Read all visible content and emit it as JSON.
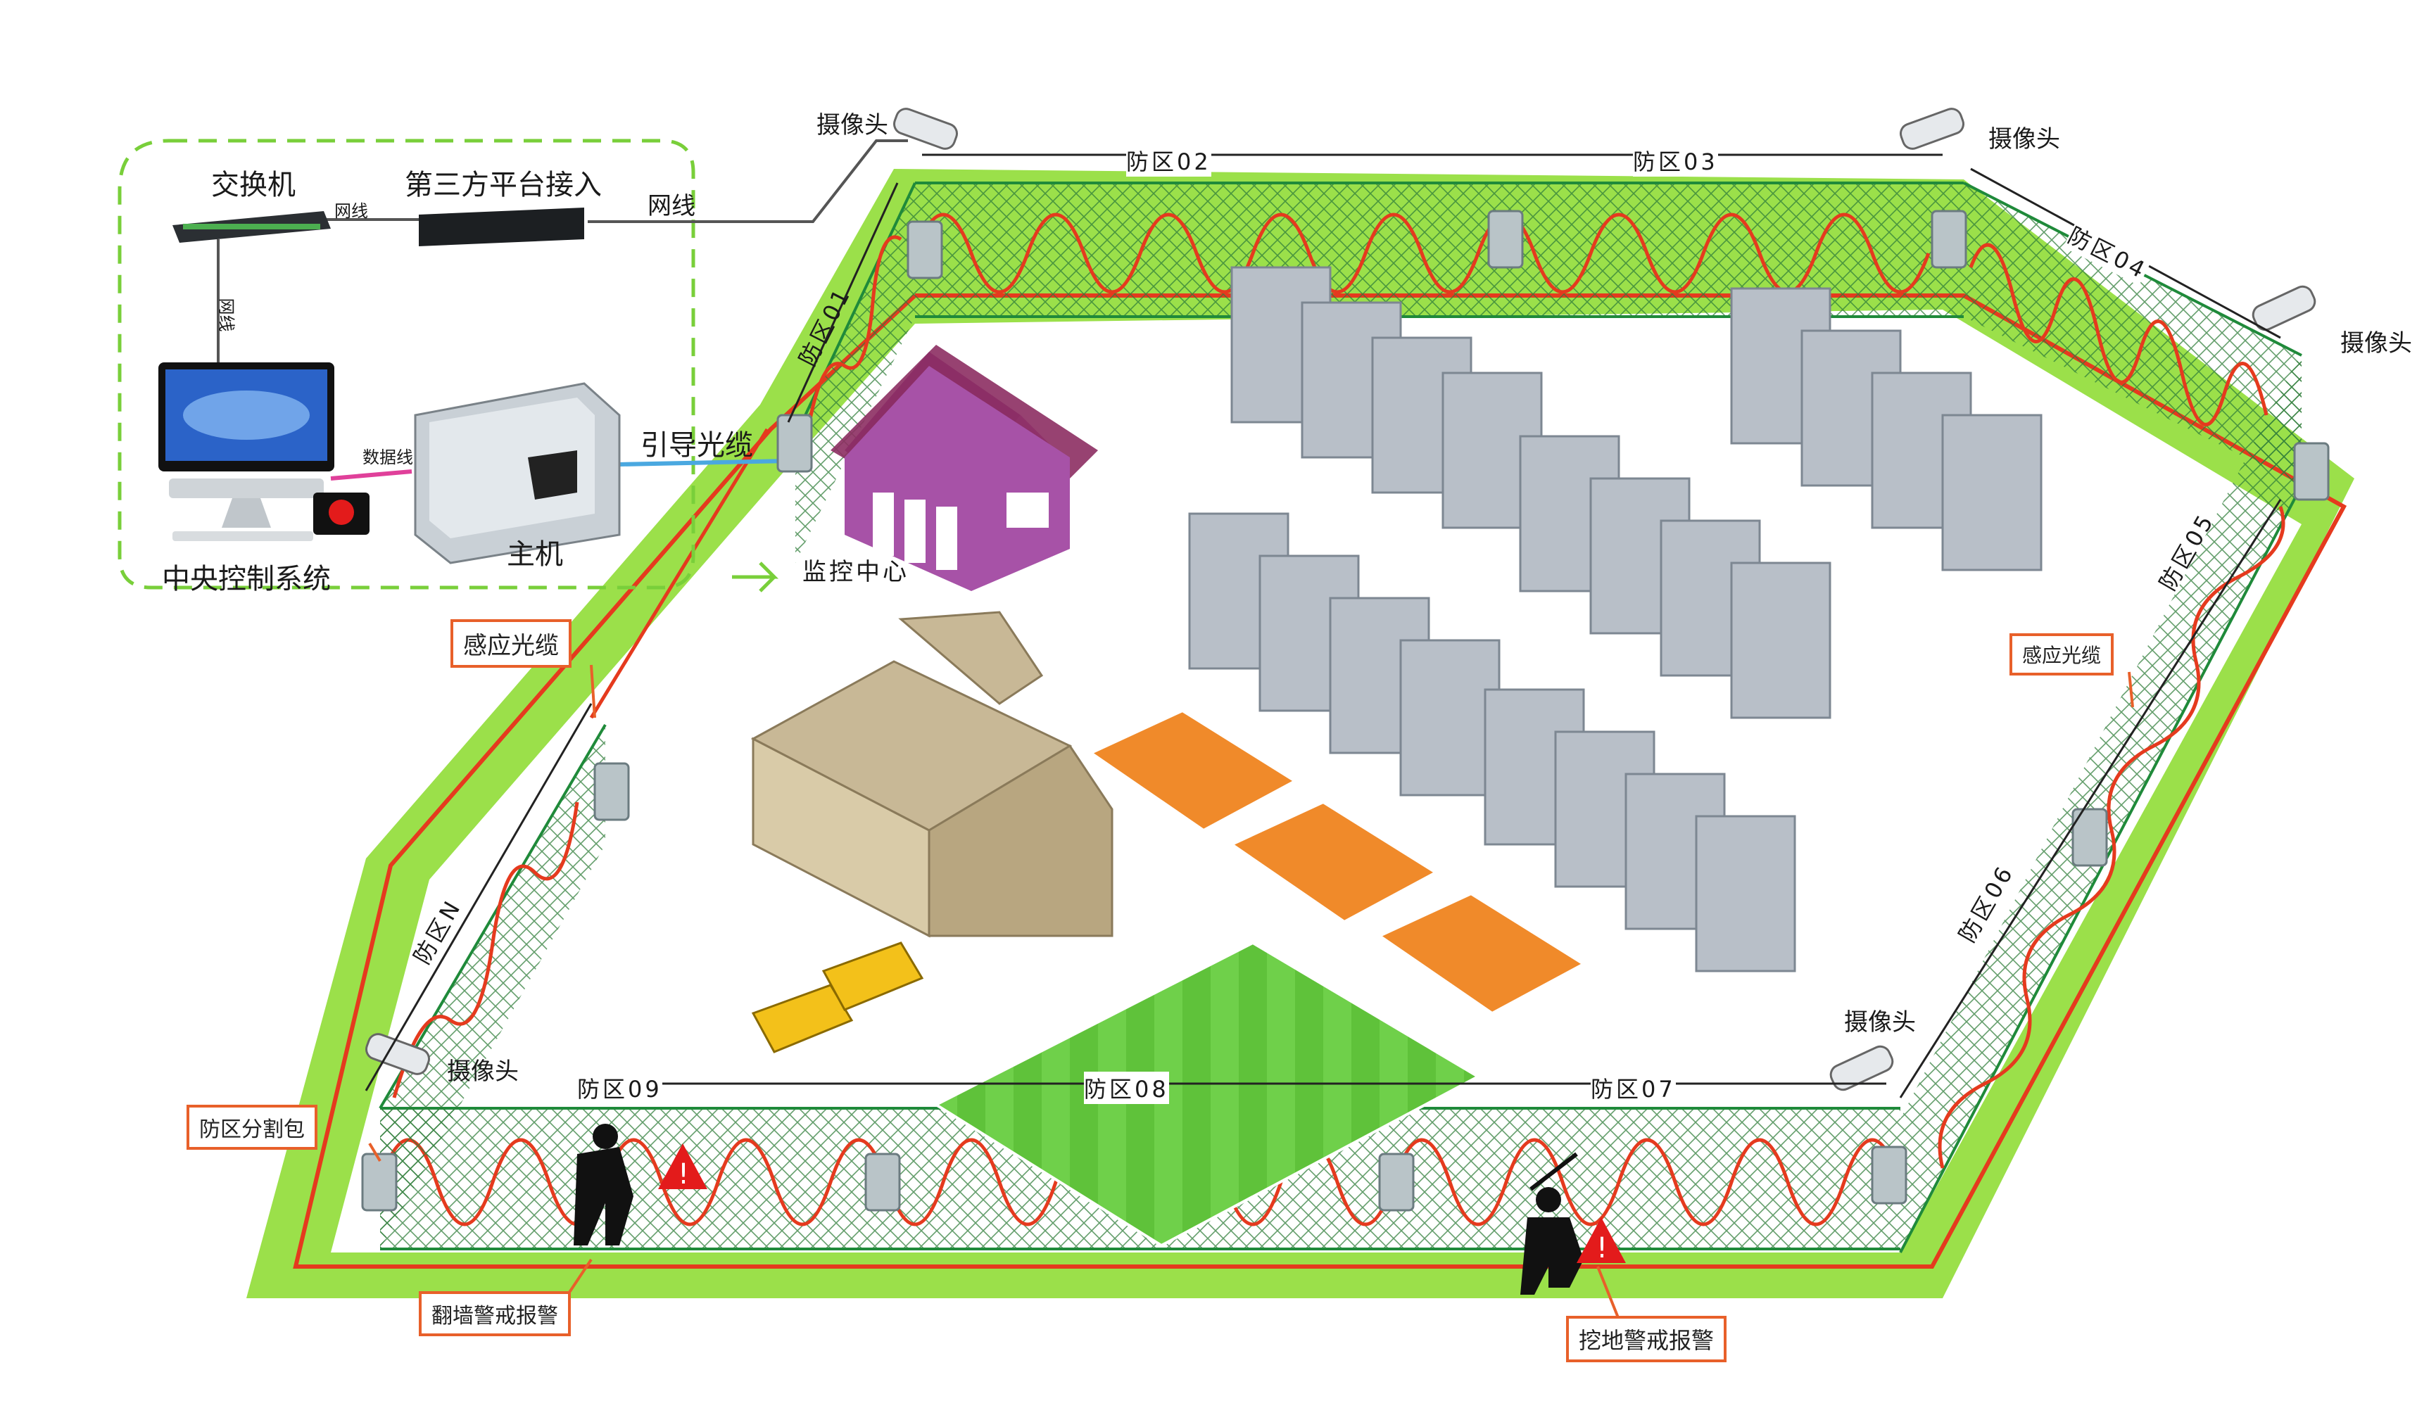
{
  "equipment": {
    "switch": "交换机",
    "third_party": "第三方平台接入",
    "host": "主机",
    "central_system": "中央控制系统",
    "monitor_center": "监控中心",
    "net_cable_1": "网线",
    "net_cable_2": "网线",
    "net_cable_3": "网线",
    "data_cable": "数据线",
    "guide_fiber": "引导光缆"
  },
  "cameras": {
    "c1": "摄像头",
    "c2": "摄像头",
    "c3": "摄像头",
    "c4": "摄像头",
    "c5": "摄像头"
  },
  "zones": {
    "z01": "防区01",
    "z02": "防区02",
    "z03": "防区03",
    "z04": "防区04",
    "z05": "防区05",
    "z06": "防区06",
    "z07": "防区07",
    "z08": "防区08",
    "z09": "防区09",
    "zn": "防区N"
  },
  "callouts": {
    "sensing_fiber_left": "感应光缆",
    "sensing_fiber_right": "感应光缆",
    "zone_split_box": "防区分割包",
    "climb_alarm": "翻墙警戒报警",
    "dig_alarm": "挖地警戒报警"
  },
  "colors": {
    "fence_green": "#1f8a3a",
    "grass": "#9be04a",
    "fiber_red": "#e53a1e",
    "callout_border": "#e8602a",
    "court_orange": "#f08a2a",
    "guide_blue": "#4aa8e0",
    "data_pink": "#e0409a"
  }
}
